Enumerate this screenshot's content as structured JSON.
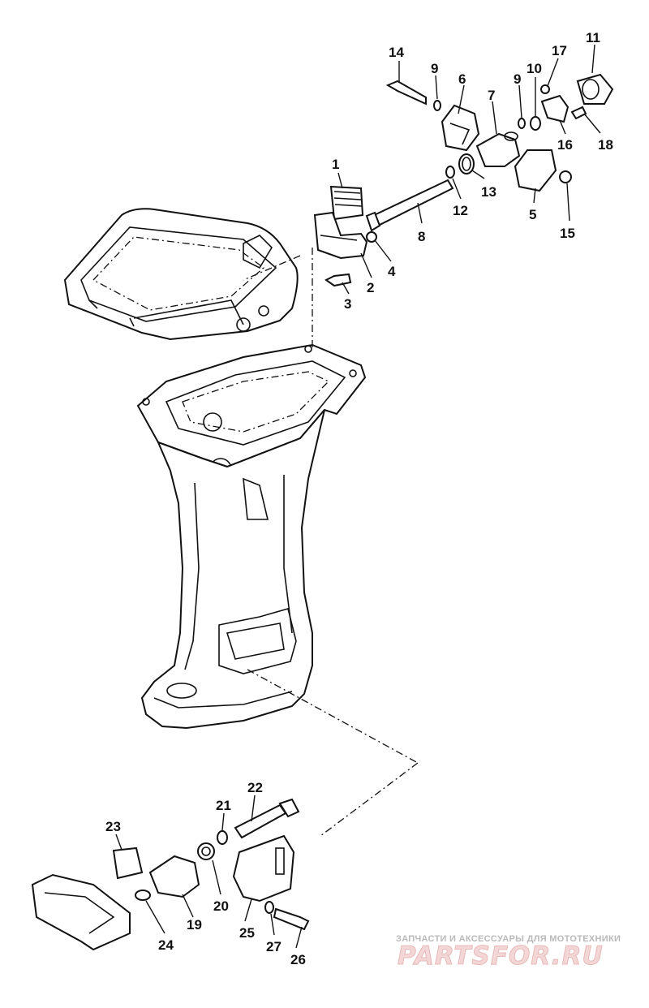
{
  "callouts": [
    {
      "id": "c1",
      "text": "1"
    },
    {
      "id": "c2",
      "text": "2"
    },
    {
      "id": "c3",
      "text": "3"
    },
    {
      "id": "c4",
      "text": "4"
    },
    {
      "id": "c5",
      "text": "5"
    },
    {
      "id": "c6",
      "text": "6"
    },
    {
      "id": "c7",
      "text": "7"
    },
    {
      "id": "c8",
      "text": "8"
    },
    {
      "id": "c9a",
      "text": "9"
    },
    {
      "id": "c9b",
      "text": "9"
    },
    {
      "id": "c10",
      "text": "10"
    },
    {
      "id": "c11",
      "text": "11"
    },
    {
      "id": "c12",
      "text": "12"
    },
    {
      "id": "c13",
      "text": "13"
    },
    {
      "id": "c14",
      "text": "14"
    },
    {
      "id": "c15",
      "text": "15"
    },
    {
      "id": "c16",
      "text": "16"
    },
    {
      "id": "c17",
      "text": "17"
    },
    {
      "id": "c18",
      "text": "18"
    },
    {
      "id": "c19",
      "text": "19"
    },
    {
      "id": "c20",
      "text": "20"
    },
    {
      "id": "c21",
      "text": "21"
    },
    {
      "id": "c22",
      "text": "22"
    },
    {
      "id": "c23",
      "text": "23"
    },
    {
      "id": "c24",
      "text": "24"
    },
    {
      "id": "c25",
      "text": "25"
    },
    {
      "id": "c26",
      "text": "26"
    },
    {
      "id": "c27",
      "text": "27"
    }
  ],
  "watermark": {
    "tagline": "ЗАПЧАСТИ И АКСЕССУАРЫ ДЛЯ МОТОТЕХНИКИ",
    "logo": "PARTSFOR.RU"
  }
}
